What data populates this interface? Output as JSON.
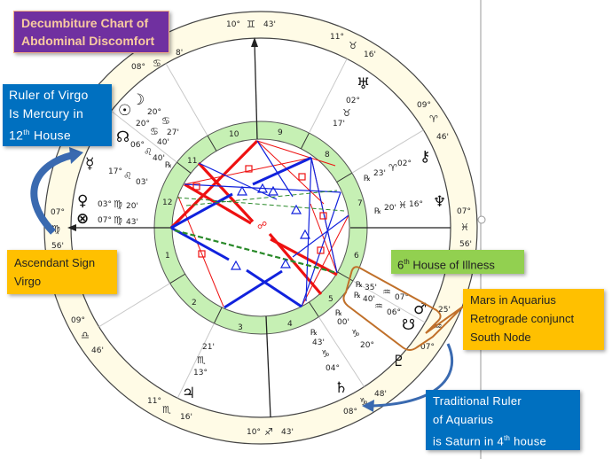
{
  "title": {
    "line1": "Decumbiture Chart of",
    "line2": "Abdominal Discomfort"
  },
  "callouts": {
    "mercury": {
      "line1": "Ruler of Virgo",
      "line2": "Is Mercury in",
      "line3_num": "12",
      "line3_sup": "th",
      "line3_rest": " House"
    },
    "ascendant": {
      "line1": "Ascendant Sign",
      "line2": "Virgo"
    },
    "sixth_house": {
      "num": "6",
      "sup": "th",
      "rest": " House of Illness"
    },
    "mars": {
      "line1": "Mars in Aquarius",
      "line2": "Retrograde conjunct",
      "line3": "South Node"
    },
    "saturn": {
      "line1": "Traditional Ruler",
      "line2": "of Aquarius",
      "line3_pre": "is Saturn in 4",
      "line3_sup": "th",
      "line3_rest": " house"
    }
  },
  "colors": {
    "purple": "#7030a0",
    "blue": "#0070c0",
    "orange": "#ffc000",
    "green": "#92d050",
    "ring": "#fffbe6",
    "house_ring": "#c6f0b4",
    "aspect_red": "#ee1111",
    "aspect_blue": "#1122dd",
    "aspect_green": "#2a8a2a"
  },
  "cusps": [
    {
      "deg": "10°",
      "sign": "♊",
      "min": "43'"
    },
    {
      "deg": "11°",
      "sign": "♉",
      "min": "16'"
    },
    {
      "deg": "09°",
      "sign": "♈",
      "min": "46'"
    },
    {
      "deg": "07°",
      "sign": "♓",
      "min": "56'"
    },
    {
      "deg": "07°",
      "sign": "♒",
      "min": "25'"
    },
    {
      "deg": "08°",
      "sign": "♑",
      "min": "48'"
    },
    {
      "deg": "10°",
      "sign": "♐",
      "min": "43'"
    },
    {
      "deg": "11°",
      "sign": "♏",
      "min": "16'"
    },
    {
      "deg": "09°",
      "sign": "♎",
      "min": "46'"
    },
    {
      "deg": "07°",
      "sign": "♍",
      "min": "56'"
    },
    {
      "deg": "08°",
      "sign": "♋",
      "min": "8'"
    }
  ],
  "houses": [
    "1",
    "2",
    "3",
    "4",
    "5",
    "6",
    "7",
    "8",
    "9",
    "10",
    "11",
    "12"
  ],
  "planets": {
    "moon": {
      "glyph": "☽"
    },
    "sun": {
      "glyph": "☉",
      "deg": "20°",
      "sign": "♋",
      "min": "27'"
    },
    "moon_pos": {
      "deg": "20°",
      "sign": "♋",
      "min": "40'"
    },
    "north_node": {
      "glyph": "☊",
      "deg": "06°",
      "sign": "♌",
      "min": "40'",
      "retro": "℞"
    },
    "mercury": {
      "glyph": "☿",
      "deg": "17°",
      "sign": "♌",
      "min": "03'"
    },
    "venus": {
      "glyph": "♀",
      "deg": "03°",
      "sign": "♍",
      "min": "20'"
    },
    "fortune": {
      "glyph": "⊗",
      "deg": "07°",
      "sign": "♍",
      "min": "43'"
    },
    "uranus": {
      "glyph": "♅",
      "deg": "02°",
      "sign": "♉",
      "min": "17'"
    },
    "chiron": {
      "glyph": "⚷",
      "deg": "02°",
      "sign": "♈",
      "min": "23'",
      "retro": "℞"
    },
    "neptune": {
      "glyph": "♆",
      "deg": "16°",
      "sign": "♓",
      "min": "20'",
      "retro": "℞"
    },
    "mars": {
      "glyph": "♂",
      "deg": "07°",
      "sign": "♒",
      "min": "35'",
      "retro": "℞"
    },
    "south_node": {
      "glyph": "☋",
      "deg": "06°",
      "sign": "♒",
      "min": "40'",
      "retro": "℞"
    },
    "pluto": {
      "glyph": "♇",
      "deg": "20°",
      "sign": "♑",
      "min": "00'",
      "retro": "℞"
    },
    "saturn": {
      "glyph": "♄",
      "deg": "04°",
      "sign": "♑",
      "min": "43'",
      "retro": "℞"
    },
    "jupiter": {
      "glyph": "♃",
      "deg": "13°",
      "sign": "♏",
      "min": "21'"
    }
  }
}
